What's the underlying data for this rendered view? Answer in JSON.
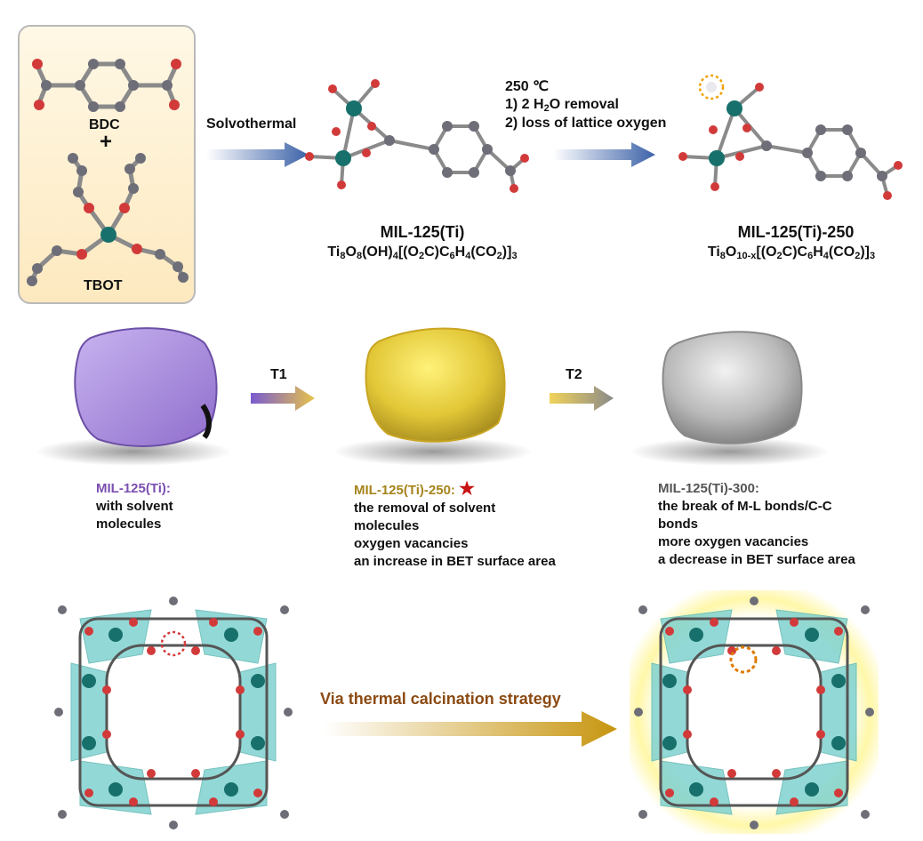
{
  "precursor_box": {
    "bdc": "BDC",
    "plus": "+",
    "tbot": "TBOT"
  },
  "step1": {
    "label": "Solvothermal"
  },
  "step2": {
    "temp": "250 ℃",
    "line1_a": "1) 2 H",
    "line1_sub": "2",
    "line1_b": "O removal",
    "line2": "2) loss of lattice oxygen"
  },
  "mil125": {
    "name": "MIL-125(Ti)",
    "formula_parts": [
      "Ti",
      "8",
      "O",
      "8",
      "(OH)",
      "4",
      "[(O",
      "2",
      "C)C",
      "6",
      "H",
      "4",
      "(CO",
      "2",
      ")]",
      "3"
    ]
  },
  "mil125_250": {
    "name": "MIL-125(Ti)-250",
    "formula_parts": [
      "Ti",
      "8",
      "O",
      "10-x",
      "[(O",
      "2",
      "C)C",
      "6",
      "H",
      "4",
      "(CO",
      "2",
      ")]",
      "3"
    ]
  },
  "arrows": {
    "t1": "T1",
    "t2": "T2"
  },
  "particles": [
    {
      "title": "MIL-125(Ti):",
      "title_color": "#7b4fb0",
      "lines": [
        "with solvent",
        "molecules"
      ]
    },
    {
      "title": "MIL-125(Ti)-250:",
      "title_color": "#a6841c",
      "star": "★",
      "lines": [
        "the removal of solvent",
        "molecules",
        "oxygen vacancies",
        "an increase in BET surface area"
      ]
    },
    {
      "title": "MIL-125(Ti)-300:",
      "title_color": "#555555",
      "lines": [
        "the break of M-L bonds/C-C",
        "bonds",
        "more oxygen vacancies",
        "a decrease in BET surface area"
      ]
    }
  ],
  "bottom": {
    "strategy": "Via thermal calcination strategy"
  },
  "colors": {
    "ti": "#17706b",
    "oxygen": "#d23a3a",
    "carbon": "#6e6e78",
    "polyhedra": "#7fd2cf",
    "accent": "#8b4a12"
  }
}
